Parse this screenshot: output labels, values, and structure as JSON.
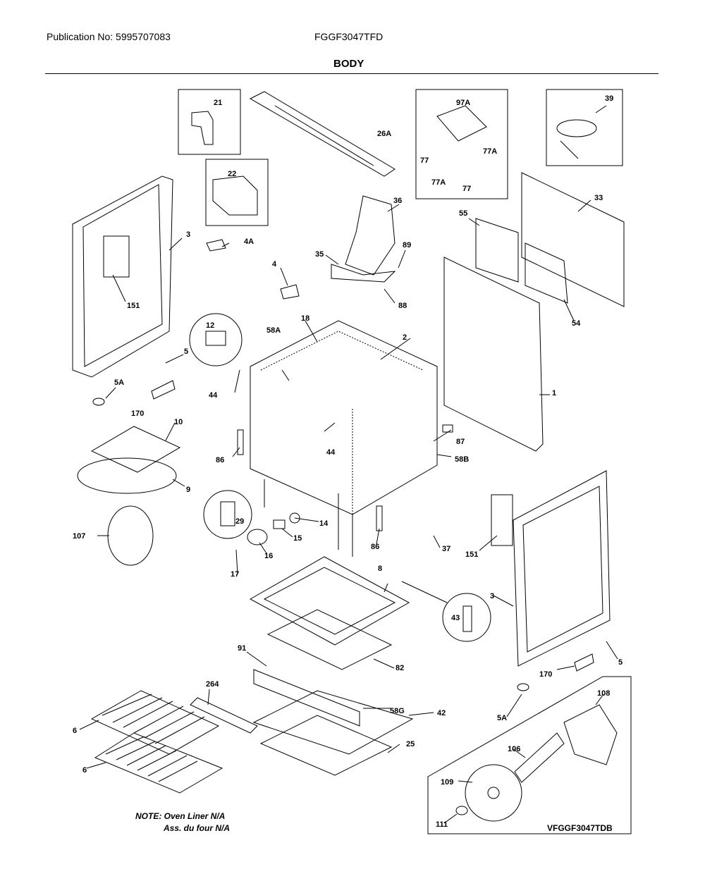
{
  "header": {
    "publication": "Publication No: 5995707083",
    "model": "FGGF3047TFD",
    "title": "BODY"
  },
  "footer": {
    "note_line1": "NOTE: Oven Liner N/A",
    "note_line2": "Ass. du four N/A",
    "diagram_code": "VFGGF3047TDB"
  },
  "callouts": {
    "c21": "21",
    "c26A": "26A",
    "c97A": "97A",
    "c39": "39",
    "c22": "22",
    "c77a": "77",
    "c77A_a": "77A",
    "c77A_b": "77A",
    "c77b": "77",
    "c33": "33",
    "c3_left": "3",
    "c4A": "4A",
    "c36": "36",
    "c55": "55",
    "c89": "89",
    "c35": "35",
    "c4": "4",
    "c88": "88",
    "c151_left": "151",
    "c54": "54",
    "c12": "12",
    "c18": "18",
    "c2": "2",
    "c58A": "58A",
    "c5_left": "5",
    "c5A_left": "5A",
    "c44_a": "44",
    "c1": "1",
    "c170_left": "170",
    "c10": "10",
    "c87": "87",
    "c44_b": "44",
    "c86_a": "86",
    "c58B": "58B",
    "c9": "9",
    "c29": "29",
    "c14": "14",
    "c15": "15",
    "c107": "107",
    "c86_b": "86",
    "c151_right": "151",
    "c37": "37",
    "c16": "16",
    "c17": "17",
    "c8": "8",
    "c3_right": "3",
    "c43": "43",
    "c91": "91",
    "c82": "82",
    "c5_right": "5",
    "c264": "264",
    "c58G": "58G",
    "c170_right": "170",
    "c42": "42",
    "c108": "108",
    "c6_a": "6",
    "c5A_right": "5A",
    "c25": "25",
    "c106": "106",
    "c6_b": "6",
    "c109": "109",
    "c111": "111"
  }
}
